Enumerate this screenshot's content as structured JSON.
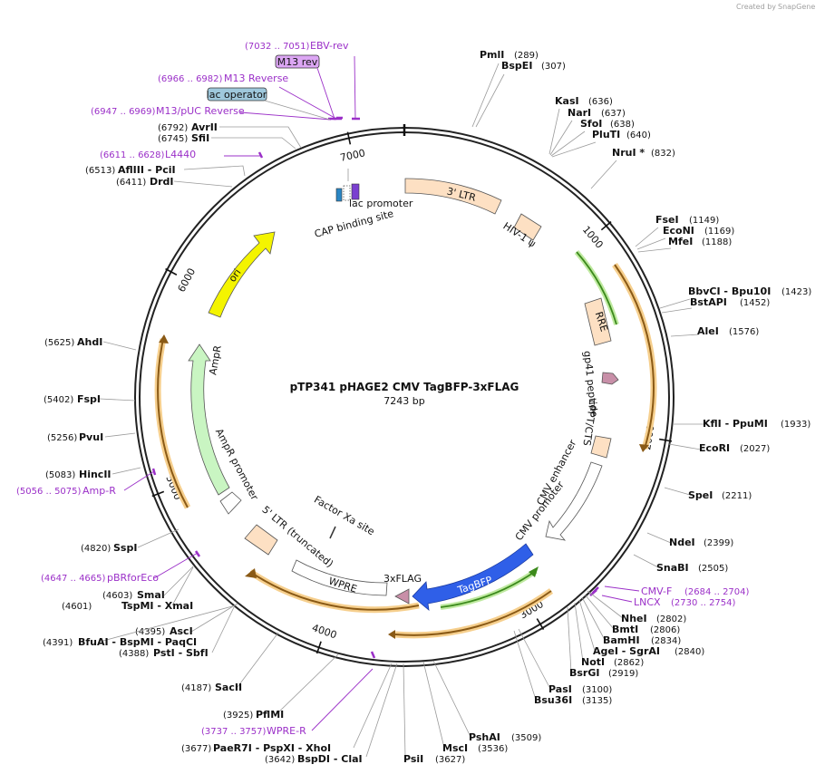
{
  "brand": {
    "created_by": "Created by",
    "name": "SnapGene"
  },
  "plasmid": {
    "name": "pTP341 pHAGE2 CMV TagBFP-3xFLAG",
    "length": "7243 bp",
    "total_bp": 7243
  },
  "ticks": [
    "1000",
    "2000",
    "3000",
    "4000",
    "5000",
    "6000",
    "7000"
  ],
  "colors": {
    "primer": "#9b30c8",
    "ltr": "#fde0c3",
    "tagbfp": "#2f5fe8",
    "ori": "#f4f400",
    "ampr": "#c9f5c2",
    "arc_orange": "#e8a640",
    "arc_green": "#7fd040",
    "flag": "#c88fa8"
  },
  "enzymes": [
    {
      "id": "pmli",
      "name": "PmlI",
      "pos": "(289)"
    },
    {
      "id": "bspei",
      "name": "BspEI",
      "pos": "(307)"
    },
    {
      "id": "kasi",
      "name": "KasI",
      "pos": "(636)"
    },
    {
      "id": "nari",
      "name": "NarI",
      "pos": "(637)"
    },
    {
      "id": "sfoi",
      "name": "SfoI",
      "pos": "(638)"
    },
    {
      "id": "pluti",
      "name": "PluTI",
      "pos": "(640)"
    },
    {
      "id": "nrui",
      "name": "NruI *",
      "pos": "(832)"
    },
    {
      "id": "fsei",
      "name": "FseI",
      "pos": "(1149)"
    },
    {
      "id": "econi",
      "name": "EcoNI",
      "pos": "(1169)"
    },
    {
      "id": "mfei",
      "name": "MfeI",
      "pos": "(1188)"
    },
    {
      "id": "bbvci",
      "name": "BbvCI  - Bpu10I",
      "pos": "(1423)"
    },
    {
      "id": "bstapi",
      "name": "BstAPI",
      "pos": "(1452)"
    },
    {
      "id": "alei",
      "name": "AleI",
      "pos": "(1576)"
    },
    {
      "id": "kfli",
      "name": "KflI  - PpuMI",
      "pos": "(1933)"
    },
    {
      "id": "ecori",
      "name": "EcoRI",
      "pos": "(2027)"
    },
    {
      "id": "spei",
      "name": "SpeI",
      "pos": "(2211)"
    },
    {
      "id": "ndei",
      "name": "NdeI",
      "pos": "(2399)"
    },
    {
      "id": "snabi",
      "name": "SnaBI",
      "pos": "(2505)"
    },
    {
      "id": "nhei",
      "name": "NheI",
      "pos": "(2802)"
    },
    {
      "id": "bmti",
      "name": "BmtI",
      "pos": "(2806)"
    },
    {
      "id": "bamhi",
      "name": "BamHI",
      "pos": "(2834)"
    },
    {
      "id": "agei",
      "name": "AgeI  - SgrAI",
      "pos": "(2840)"
    },
    {
      "id": "noti",
      "name": "NotI",
      "pos": "(2862)"
    },
    {
      "id": "bsrgi",
      "name": "BsrGI",
      "pos": "(2919)"
    },
    {
      "id": "pasi",
      "name": "PasI",
      "pos": "(3100)"
    },
    {
      "id": "bsu36i",
      "name": "Bsu36I",
      "pos": "(3135)"
    },
    {
      "id": "phsai",
      "name": "PshAI",
      "pos": "(3509)"
    },
    {
      "id": "msci",
      "name": "MscI",
      "pos": "(3536)"
    },
    {
      "id": "psii",
      "name": "PsiI",
      "pos": "(3627)"
    },
    {
      "id": "bspdi",
      "name": "BspDI  - ClaI",
      "pos": "(3642)"
    },
    {
      "id": "paer7i",
      "name": "PaeR7I  - PspXI  - XhoI",
      "pos": "(3677)"
    },
    {
      "id": "pfimi",
      "name": "PflMI",
      "pos": "(3925)"
    },
    {
      "id": "sacii",
      "name": "SacII",
      "pos": "(4187)"
    },
    {
      "id": "asci",
      "name": "AscI",
      "pos": "(4395)"
    },
    {
      "id": "bfuai",
      "name": "BfuAI  - BspMI  - PaqCI",
      "pos": "(4391)"
    },
    {
      "id": "psti",
      "name": "PstI  - SbfI",
      "pos": "(4388)"
    },
    {
      "id": "smai",
      "name": "SmaI",
      "pos": "(4603)"
    },
    {
      "id": "tspmi",
      "name": "TspMI  - XmaI",
      "pos": "(4601)"
    },
    {
      "id": "sspi",
      "name": "SspI",
      "pos": "(4820)"
    },
    {
      "id": "hincii",
      "name": "HincII",
      "pos": "(5083)"
    },
    {
      "id": "pvui",
      "name": "PvuI",
      "pos": "(5256)"
    },
    {
      "id": "fspi",
      "name": "FspI",
      "pos": "(5402)"
    },
    {
      "id": "ahdi",
      "name": "AhdI",
      "pos": "(5625)"
    },
    {
      "id": "drdi",
      "name": "DrdI",
      "pos": "(6411)"
    },
    {
      "id": "aflii",
      "name": "AflIII  - PciI",
      "pos": "(6513)"
    },
    {
      "id": "sfii",
      "name": "SfiI",
      "pos": "(6745)"
    },
    {
      "id": "avrii",
      "name": "AvrII",
      "pos": "(6792)"
    }
  ],
  "primers": [
    {
      "id": "ebv",
      "name": "EBV-rev",
      "range": "(7032 .. 7051)"
    },
    {
      "id": "m13rev_box",
      "name": "M13 rev",
      "range": ""
    },
    {
      "id": "m13reverse",
      "name": "M13 Reverse",
      "range": "(6966 .. 6982)"
    },
    {
      "id": "m13puc",
      "name": "M13/pUC Reverse",
      "range": "(6947 .. 6969)"
    },
    {
      "id": "l4440",
      "name": "L4440",
      "range": "(6611 .. 6628)"
    },
    {
      "id": "cmvf",
      "name": "CMV-F",
      "range": "(2684 .. 2704)"
    },
    {
      "id": "lncx",
      "name": "LNCX",
      "range": "(2730 .. 2754)"
    },
    {
      "id": "wpre_r",
      "name": "WPRE-R",
      "range": "(3737 .. 3757)"
    },
    {
      "id": "pbr",
      "name": "pBRforEco",
      "range": "(4647 .. 4665)"
    },
    {
      "id": "ampr_r",
      "name": "Amp-R",
      "range": "(5056 .. 5075)"
    }
  ],
  "lac_operator": "lac operator",
  "features": {
    "ltr3": "3' LTR",
    "hiv": "HIV-1 ψ",
    "rre": "RRE",
    "gp41": "gp41 peptide",
    "cppt": "cPPT/CTS",
    "cmv_enh": "CMV enhancer",
    "cmv_prom": "CMV promoter",
    "tagbfp": "TagBFP",
    "flag": "3xFLAG",
    "wpre": "WPRE",
    "ltr5": "5' LTR (truncated)",
    "factor_xa": "Factor Xa site",
    "ampr": "AmpR",
    "ampr_prom": "AmpR promoter",
    "ori": "ori",
    "lac_prom": "lac promoter",
    "cap": "CAP binding site"
  }
}
